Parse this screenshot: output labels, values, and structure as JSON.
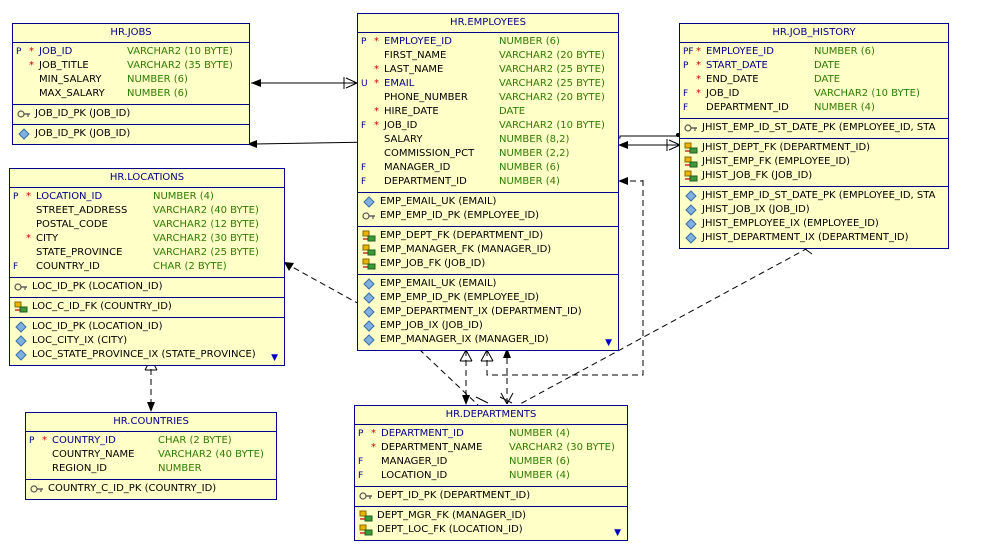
{
  "tables": [
    {
      "id": "jobs",
      "title": "HR.JOBS",
      "columns": [
        {
          "flag": "P",
          "req": "*",
          "name": "JOB_ID",
          "type": "VARCHAR2 (10 BYTE)",
          "pk": true
        },
        {
          "flag": "",
          "req": "*",
          "name": "JOB_TITLE",
          "type": "VARCHAR2 (35 BYTE)",
          "pk": false
        },
        {
          "flag": "",
          "req": "",
          "name": "MIN_SALARY",
          "type": "NUMBER (6)",
          "pk": false
        },
        {
          "flag": "",
          "req": "",
          "name": "MAX_SALARY",
          "type": "NUMBER (6)",
          "pk": false
        }
      ],
      "sections": [
        [
          {
            "icon": "key",
            "text": "JOB_ID_PK (JOB_ID)"
          }
        ],
        [
          {
            "icon": "diamond",
            "text": "JOB_ID_PK (JOB_ID)"
          }
        ]
      ],
      "more": false
    },
    {
      "id": "employees",
      "title": "HR.EMPLOYEES",
      "columns": [
        {
          "flag": "P",
          "req": "*",
          "name": "EMPLOYEE_ID",
          "type": "NUMBER (6)",
          "pk": true
        },
        {
          "flag": "",
          "req": "",
          "name": "FIRST_NAME",
          "type": "VARCHAR2 (20 BYTE)",
          "pk": false
        },
        {
          "flag": "",
          "req": "*",
          "name": "LAST_NAME",
          "type": "VARCHAR2 (25 BYTE)",
          "pk": false
        },
        {
          "flag": "U",
          "req": "*",
          "name": "EMAIL",
          "type": "VARCHAR2 (25 BYTE)",
          "pk": true
        },
        {
          "flag": "",
          "req": "",
          "name": "PHONE_NUMBER",
          "type": "VARCHAR2 (20 BYTE)",
          "pk": false
        },
        {
          "flag": "",
          "req": "*",
          "name": "HIRE_DATE",
          "type": "DATE",
          "pk": false
        },
        {
          "flag": "F",
          "req": "*",
          "name": "JOB_ID",
          "type": "VARCHAR2 (10 BYTE)",
          "pk": false
        },
        {
          "flag": "",
          "req": "",
          "name": "SALARY",
          "type": "NUMBER (8,2)",
          "pk": false
        },
        {
          "flag": "",
          "req": "",
          "name": "COMMISSION_PCT",
          "type": "NUMBER (2,2)",
          "pk": false
        },
        {
          "flag": "F",
          "req": "",
          "name": "MANAGER_ID",
          "type": "NUMBER (6)",
          "pk": false
        },
        {
          "flag": "F",
          "req": "",
          "name": "DEPARTMENT_ID",
          "type": "NUMBER (4)",
          "pk": false
        }
      ],
      "sections": [
        [
          {
            "icon": "diamond",
            "text": "EMP_EMAIL_UK (EMAIL)"
          },
          {
            "icon": "key",
            "text": "EMP_EMP_ID_PK (EMPLOYEE_ID)"
          }
        ],
        [
          {
            "icon": "fk",
            "text": "EMP_DEPT_FK (DEPARTMENT_ID)"
          },
          {
            "icon": "fk",
            "text": "EMP_MANAGER_FK (MANAGER_ID)"
          },
          {
            "icon": "fk",
            "text": "EMP_JOB_FK (JOB_ID)"
          }
        ],
        [
          {
            "icon": "diamond",
            "text": "EMP_EMAIL_UK (EMAIL)"
          },
          {
            "icon": "diamond",
            "text": "EMP_EMP_ID_PK (EMPLOYEE_ID)"
          },
          {
            "icon": "diamond",
            "text": "EMP_DEPARTMENT_IX (DEPARTMENT_ID)"
          },
          {
            "icon": "diamond",
            "text": "EMP_JOB_IX (JOB_ID)"
          },
          {
            "icon": "diamond",
            "text": "EMP_MANAGER_IX (MANAGER_ID)"
          }
        ]
      ],
      "more": true
    },
    {
      "id": "job_history",
      "title": "HR.JOB_HISTORY",
      "columns": [
        {
          "flag": "PF",
          "req": "*",
          "name": "EMPLOYEE_ID",
          "type": "NUMBER (6)",
          "pk": true
        },
        {
          "flag": "P",
          "req": "*",
          "name": "START_DATE",
          "type": "DATE",
          "pk": true
        },
        {
          "flag": "",
          "req": "*",
          "name": "END_DATE",
          "type": "DATE",
          "pk": false
        },
        {
          "flag": "F",
          "req": "*",
          "name": "JOB_ID",
          "type": "VARCHAR2 (10 BYTE)",
          "pk": false
        },
        {
          "flag": "F",
          "req": "",
          "name": "DEPARTMENT_ID",
          "type": "NUMBER (4)",
          "pk": false
        }
      ],
      "sections": [
        [
          {
            "icon": "key",
            "text": "JHIST_EMP_ID_ST_DATE_PK (EMPLOYEE_ID, STA"
          }
        ],
        [
          {
            "icon": "fk",
            "text": "JHIST_DEPT_FK (DEPARTMENT_ID)"
          },
          {
            "icon": "fk",
            "text": "JHIST_EMP_FK (EMPLOYEE_ID)"
          },
          {
            "icon": "fk",
            "text": "JHIST_JOB_FK (JOB_ID)"
          }
        ],
        [
          {
            "icon": "diamond",
            "text": "JHIST_EMP_ID_ST_DATE_PK (EMPLOYEE_ID, STA"
          },
          {
            "icon": "diamond",
            "text": "JHIST_JOB_IX (JOB_ID)"
          },
          {
            "icon": "diamond",
            "text": "JHIST_EMPLOYEE_IX (EMPLOYEE_ID)"
          },
          {
            "icon": "diamond",
            "text": "JHIST_DEPARTMENT_IX (DEPARTMENT_ID)"
          }
        ]
      ],
      "more": false
    },
    {
      "id": "locations",
      "title": "HR.LOCATIONS",
      "columns": [
        {
          "flag": "P",
          "req": "*",
          "name": "LOCATION_ID",
          "type": "NUMBER (4)",
          "pk": true
        },
        {
          "flag": "",
          "req": "",
          "name": "STREET_ADDRESS",
          "type": "VARCHAR2 (40 BYTE)",
          "pk": false
        },
        {
          "flag": "",
          "req": "",
          "name": "POSTAL_CODE",
          "type": "VARCHAR2 (12 BYTE)",
          "pk": false
        },
        {
          "flag": "",
          "req": "*",
          "name": "CITY",
          "type": "VARCHAR2 (30 BYTE)",
          "pk": false
        },
        {
          "flag": "",
          "req": "",
          "name": "STATE_PROVINCE",
          "type": "VARCHAR2 (25 BYTE)",
          "pk": false
        },
        {
          "flag": "F",
          "req": "",
          "name": "COUNTRY_ID",
          "type": "CHAR (2 BYTE)",
          "pk": false
        }
      ],
      "sections": [
        [
          {
            "icon": "key",
            "text": "LOC_ID_PK (LOCATION_ID)"
          }
        ],
        [
          {
            "icon": "fk",
            "text": "LOC_C_ID_FK (COUNTRY_ID)"
          }
        ],
        [
          {
            "icon": "diamond",
            "text": "LOC_ID_PK (LOCATION_ID)"
          },
          {
            "icon": "diamond",
            "text": "LOC_CITY_IX (CITY)"
          },
          {
            "icon": "diamond",
            "text": "LOC_STATE_PROVINCE_IX (STATE_PROVINCE)"
          }
        ]
      ],
      "more": true
    },
    {
      "id": "countries",
      "title": "HR.COUNTRIES",
      "columns": [
        {
          "flag": "P",
          "req": "*",
          "name": "COUNTRY_ID",
          "type": "CHAR (2 BYTE)",
          "pk": true
        },
        {
          "flag": "",
          "req": "",
          "name": "COUNTRY_NAME",
          "type": "VARCHAR2 (40 BYTE)",
          "pk": false
        },
        {
          "flag": "",
          "req": "",
          "name": "REGION_ID",
          "type": "NUMBER",
          "pk": false
        }
      ],
      "sections": [
        [
          {
            "icon": "key",
            "text": "COUNTRY_C_ID_PK (COUNTRY_ID)"
          }
        ]
      ],
      "more": false
    },
    {
      "id": "departments",
      "title": "HR.DEPARTMENTS",
      "columns": [
        {
          "flag": "P",
          "req": "*",
          "name": "DEPARTMENT_ID",
          "type": "NUMBER (4)",
          "pk": true
        },
        {
          "flag": "",
          "req": "*",
          "name": "DEPARTMENT_NAME",
          "type": "VARCHAR2 (30 BYTE)",
          "pk": false
        },
        {
          "flag": "F",
          "req": "",
          "name": "MANAGER_ID",
          "type": "NUMBER (6)",
          "pk": false
        },
        {
          "flag": "F",
          "req": "",
          "name": "LOCATION_ID",
          "type": "NUMBER (4)",
          "pk": false
        }
      ],
      "sections": [
        [
          {
            "icon": "key",
            "text": "DEPT_ID_PK (DEPARTMENT_ID)"
          }
        ],
        [
          {
            "icon": "fk",
            "text": "DEPT_MGR_FK (MANAGER_ID)"
          },
          {
            "icon": "fk",
            "text": "DEPT_LOC_FK (LOCATION_ID)"
          }
        ]
      ],
      "more": true
    }
  ],
  "colors": {
    "border": "#00008b",
    "background": "#ffffc8",
    "type_text": "#2e7d00",
    "pk_text": "#00008b",
    "required_marker": "#cc0000",
    "line": "#000000"
  },
  "more_glyph": "▼"
}
